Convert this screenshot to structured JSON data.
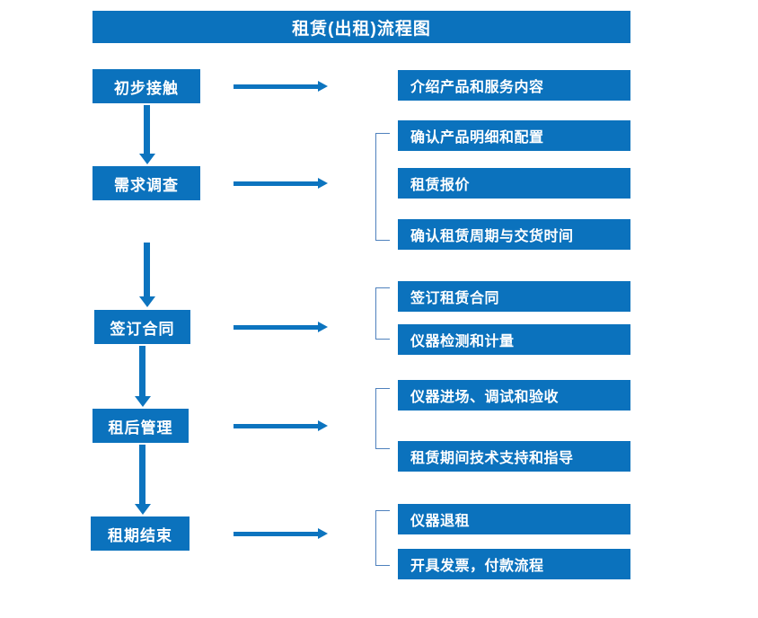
{
  "chart_data": {
    "type": "diagram",
    "title": "租赁(出租)流程图",
    "diagram_kind": "flowchart",
    "orientation": "vertical-with-side-branches",
    "stages": [
      {
        "id": "stage-1",
        "label": "初步接触",
        "details": [
          "介绍产品和服务内容"
        ],
        "bracketed": false
      },
      {
        "id": "stage-2",
        "label": "需求调查",
        "details": [
          "确认产品明细和配置",
          "租赁报价",
          "确认租赁周期与交货时间"
        ],
        "bracketed": true
      },
      {
        "id": "stage-3",
        "label": "签订合同",
        "details": [
          "签订租赁合同",
          "仪器检测和计量"
        ],
        "bracketed": true
      },
      {
        "id": "stage-4",
        "label": "租后管理",
        "details": [
          "仪器进场、调试和验收",
          "租赁期间技术支持和指导"
        ],
        "bracketed": true
      },
      {
        "id": "stage-5",
        "label": "租期结束",
        "details": [
          "仪器退租",
          "开具发票，付款流程"
        ],
        "bracketed": true
      }
    ]
  },
  "title": {
    "text": "租赁(出租)流程图"
  },
  "stages": [
    {
      "label": "初步接触"
    },
    {
      "label": "需求调查"
    },
    {
      "label": "签订合同"
    },
    {
      "label": "租后管理"
    },
    {
      "label": "租期结束"
    }
  ],
  "details": [
    {
      "label": "介绍产品和服务内容"
    },
    {
      "label": "确认产品明细和配置"
    },
    {
      "label": "租赁报价"
    },
    {
      "label": "确认租赁周期与交货时间"
    },
    {
      "label": "签订租赁合同"
    },
    {
      "label": "仪器检测和计量"
    },
    {
      "label": "仪器进场、调试和验收"
    },
    {
      "label": "租赁期间技术支持和指导"
    },
    {
      "label": "仪器退租"
    },
    {
      "label": "开具发票，付款流程"
    }
  ],
  "colors": {
    "box_fill": "#0b72bd",
    "arrow": "#0c74bf",
    "bracket": "#4f81bd",
    "box_text": "#ffffff",
    "background": "#ffffff"
  }
}
